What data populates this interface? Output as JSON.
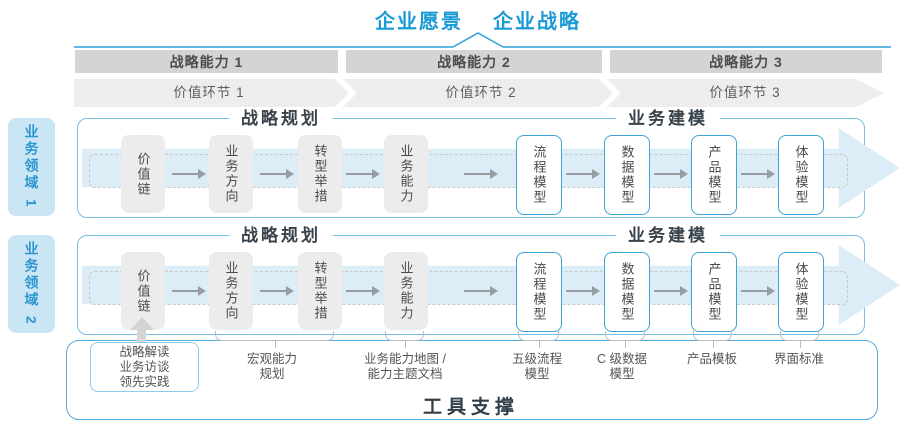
{
  "header": {
    "vision": "企业愿景",
    "strategy": "企业战略"
  },
  "strategic_capabilities": [
    {
      "label": "战略能力 1"
    },
    {
      "label": "战略能力 2"
    },
    {
      "label": "战略能力 3"
    }
  ],
  "value_chain_links": [
    {
      "label": "价值环节 1"
    },
    {
      "label": "价值环节 2"
    },
    {
      "label": "价值环节 3"
    }
  ],
  "business_domains": [
    {
      "label": "业务领域 1"
    },
    {
      "label": "业务领域 2"
    }
  ],
  "panel": {
    "planning_header": "战略规划",
    "modeling_header": "业务建模",
    "planning_boxes": [
      "价值链",
      "业务方向",
      "转型举措",
      "业务能力"
    ],
    "modeling_boxes": [
      "流程模型",
      "数据模型",
      "产品模型",
      "体验模型"
    ]
  },
  "annotations": {
    "inputs_box_lines": [
      "战略解读",
      "业务访谈",
      "领先实践"
    ],
    "notes": [
      {
        "line1": "宏观能力",
        "line2": "规划"
      },
      {
        "line1": "业务能力地图 /",
        "line2": "能力主题文档"
      },
      {
        "line1": "五级流程",
        "line2": "模型"
      },
      {
        "line1": "C 级数据",
        "line2": "模型"
      },
      {
        "line1": "产品模板",
        "line2": ""
      },
      {
        "line1": "界面标准",
        "line2": ""
      }
    ]
  },
  "footer": {
    "tool_support": "工具支撑"
  },
  "colors": {
    "accent_blue": "#1a9ad6",
    "divider_blue": "#2d9fd8",
    "panel_border": "#74bfe4",
    "band_fill": "#dcedf8",
    "bar_fill": "#d3d4d4",
    "chevron_fill": "#ededee",
    "domain_fill": "#cae6f4",
    "domain_text": "#2e96cf",
    "gray_box_fill": "#ececec",
    "blue_box_border": "#3ea4d8",
    "arrow_gray": "#999da1"
  }
}
